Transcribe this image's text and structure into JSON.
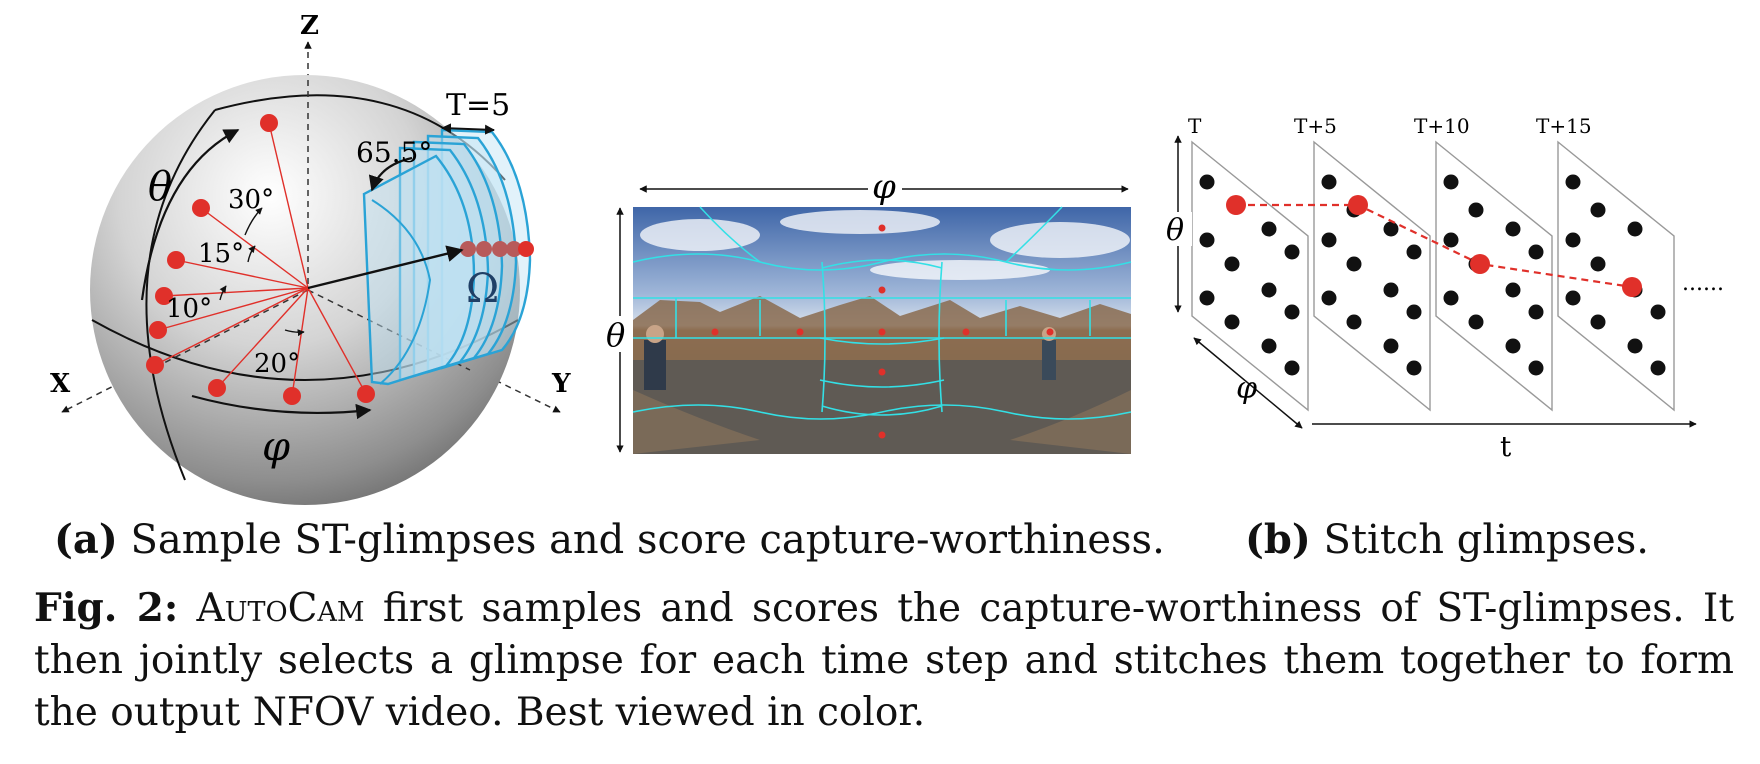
{
  "panel_a": {
    "axis_z": "Z",
    "axis_x": "X",
    "axis_y": "Y",
    "theta": "θ",
    "phi": "φ",
    "omega": "Ω",
    "angle_30": "30°",
    "angle_15": "15°",
    "angle_10": "10°",
    "angle_20": "20°",
    "angle_655": "65.5°",
    "t_label": "T=5"
  },
  "panorama": {
    "phi": "φ",
    "theta": "θ"
  },
  "panel_b": {
    "frame_labels": [
      "T",
      "T+5",
      "T+10",
      "T+15"
    ],
    "theta": "θ",
    "phi": "φ",
    "t_axis": "t",
    "ellipsis": "......"
  },
  "captions": {
    "sub_a_label": "(a)",
    "sub_a_text": "Sample ST-glimpses and score capture-worthiness.",
    "sub_b_label": "(b)",
    "sub_b_text": "Stitch glimpses.",
    "fig_label": "Fig. 2:",
    "method": "AutoCam",
    "main_text": "first samples and scores the capture-worthiness of ST-glimpses. It then jointly selects a glimpse for each time step and stitches them together to form the output NFOV video. Best viewed in color."
  },
  "colors": {
    "red": "#e0302a",
    "cyan": "#2aa3d6",
    "cyan_fill": "#bfe3f3"
  }
}
